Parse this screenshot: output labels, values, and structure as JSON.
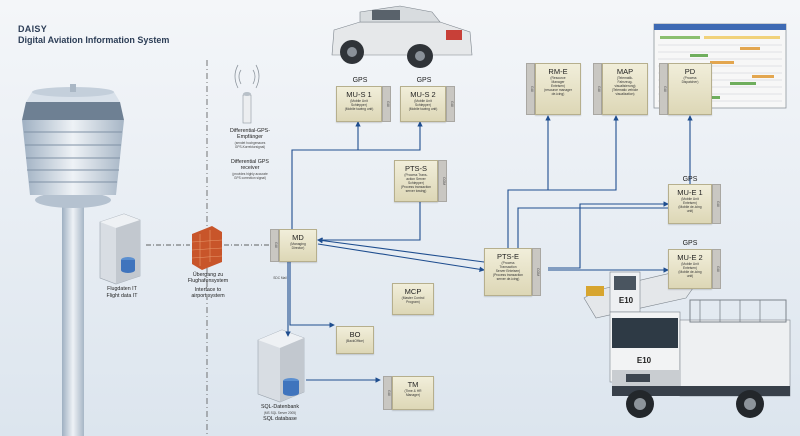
{
  "title": {
    "line1": "DAISY",
    "line2": "Digital Aviation Information System"
  },
  "colors": {
    "box_fill": "#e6e1c6",
    "connector": "#1f4e8f",
    "tab": "#c9c7c2"
  },
  "receiver": {
    "title": "Differential-GPS-\nEmpfänger",
    "title_sub": "(sendet hochgenaues\nGPS-Korrektursignal)",
    "en": "Differential GPS\nreceiver",
    "en_sub": "(provides highly accurate\nGPS correction signal)"
  },
  "flight_it": {
    "de": "Flugdaten IT",
    "en": "Flight data IT"
  },
  "firewall": {
    "de": "Übergang zu\nFlughafensystem",
    "en": "Interface to\nairport system"
  },
  "db": {
    "de": "SQL-Datenbank",
    "sub": "(MS SQL Server 2005)",
    "en": "SQL database"
  },
  "sdc_label": "SDC Mail",
  "boxes": {
    "mu_s1": {
      "gps": "GPS",
      "title": "MU-S 1",
      "sub": "(Mobile Unit\nSchlepper)",
      "sub2": "(Mobile towing unit)",
      "tab": "GUI"
    },
    "mu_s2": {
      "gps": "GPS",
      "title": "MU-S 2",
      "sub": "(Mobile Unit\nSchlepper)",
      "sub2": "(Mobile towing unit)",
      "tab": "GUI"
    },
    "pts_s": {
      "title": "PTS-S",
      "sub": "(Process Trans-\naction Server\nSchlepper)",
      "sub2": "(Process transaction\nserver towing)",
      "tab": "COM"
    },
    "md": {
      "title": "MD",
      "sub": "(Managing\nDirector)",
      "tab": "GUI"
    },
    "mcp": {
      "title": "MCP",
      "sub": "(Master Control\nProgram)"
    },
    "bo": {
      "title": "BO",
      "sub": "(BackOffice)"
    },
    "tm": {
      "title": "TM",
      "sub": "(Time & HR\nManager)",
      "tab": "GUI"
    },
    "rm_e": {
      "title": "RM-E",
      "sub": "(Resource\nManager\nEnteisen)",
      "sub2": "(resource manager\nde-icing)",
      "tab": "GUI"
    },
    "map": {
      "title": "MAP",
      "sub": "(Telematik-\nFahrzeug-\nvisualisierung)",
      "sub2": "(Telematic vehicle\nvisualization)",
      "tab": "GUI"
    },
    "pd": {
      "title": "PD",
      "sub": "(Process\nDispatcher)",
      "tab": "GUI"
    },
    "pts_e": {
      "title": "PTS-E",
      "sub": "(Process\nTransaction\nServer Enteisen)",
      "sub2": "(Process transaction\nserver de-icing)",
      "tab": "COM"
    },
    "mu_e1": {
      "gps": "GPS",
      "title": "MU-E 1",
      "sub": "(Mobile Unit\nEnteisen)",
      "sub2": "(Mobile de-icing\nunit)",
      "tab": "GUI"
    },
    "mu_e2": {
      "gps": "GPS",
      "title": "MU-E 2",
      "sub": "(Mobile Unit\nEnteisen)",
      "sub2": "(Mobile de-icing\nunit)",
      "tab": "GUI"
    }
  },
  "truck_label": "E10"
}
